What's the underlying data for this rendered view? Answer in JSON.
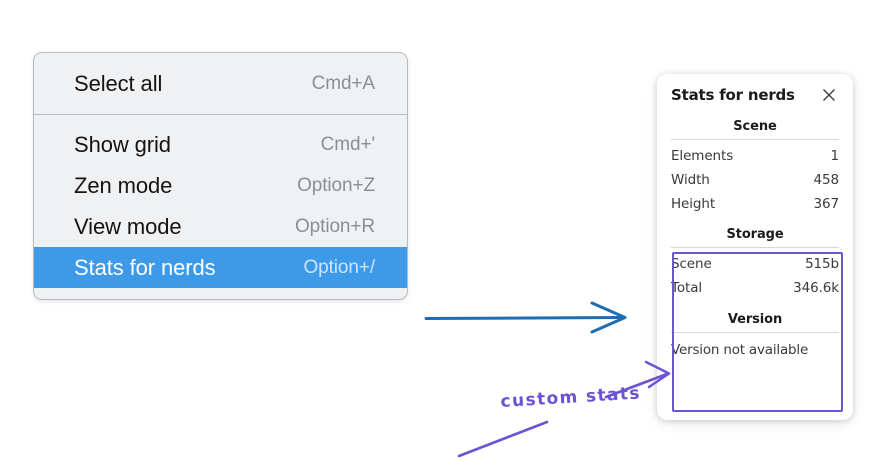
{
  "context_menu": {
    "sections": [
      {
        "items": [
          {
            "label": "Select all",
            "shortcut": "Cmd+A",
            "selected": false
          }
        ]
      },
      {
        "items": [
          {
            "label": "Show grid",
            "shortcut": "Cmd+'",
            "selected": false
          },
          {
            "label": "Zen mode",
            "shortcut": "Option+Z",
            "selected": false
          },
          {
            "label": "View mode",
            "shortcut": "Option+R",
            "selected": false
          },
          {
            "label": "Stats for nerds",
            "shortcut": "Option+/",
            "selected": true
          }
        ]
      }
    ]
  },
  "stats_panel": {
    "title": "Stats for nerds",
    "close_icon": "close-icon",
    "groups": [
      {
        "name": "Scene",
        "rows": [
          {
            "key": "Elements",
            "value": "1"
          },
          {
            "key": "Width",
            "value": "458"
          },
          {
            "key": "Height",
            "value": "367"
          }
        ]
      },
      {
        "name": "Storage",
        "rows": [
          {
            "key": "Scene",
            "value": "515b"
          },
          {
            "key": "Total",
            "value": "346.6k"
          }
        ]
      },
      {
        "name": "Version",
        "single": "Version not available"
      }
    ]
  },
  "annotations": {
    "custom_stats_label": "custom stats",
    "highlight_color": "#6d53d4",
    "arrow_color": "#1f6cb0"
  }
}
